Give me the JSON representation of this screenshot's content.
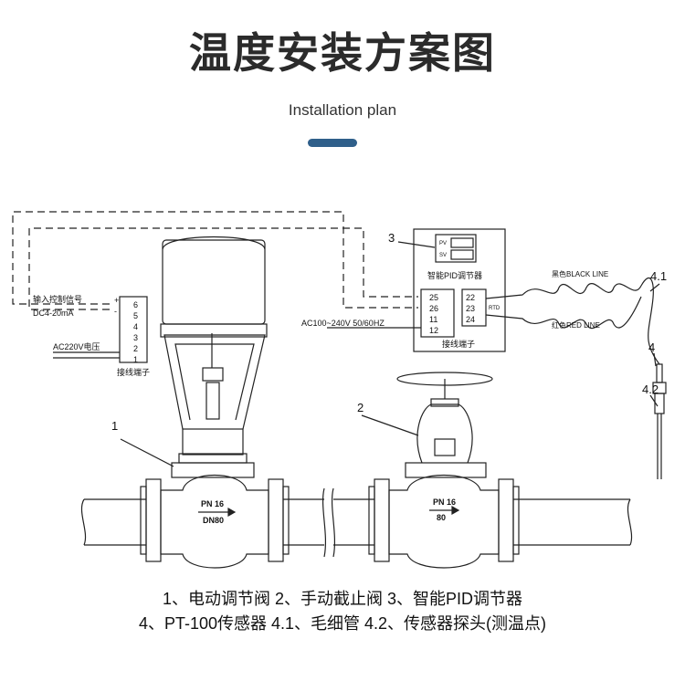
{
  "header": {
    "title": "温度安装方案图",
    "subtitle": "Installation plan",
    "accent_color": "#2f5f8a"
  },
  "diagram": {
    "callouts": {
      "c1": "1",
      "c2": "2",
      "c3": "3",
      "c4": "4",
      "c41": "4.1",
      "c42": "4.2"
    },
    "left_terminal": {
      "signal_label": "输入控制信号",
      "signal_value": "DC4-20mA",
      "power_label": "AC220V电压",
      "caption": "接线端子",
      "pins": [
        "6",
        "5",
        "4",
        "3",
        "2",
        "1"
      ],
      "plus": "+",
      "minus": "-"
    },
    "pid": {
      "caption": "智能PID调节器",
      "pv": "PV",
      "sv": "SV",
      "terminals_left": [
        "25",
        "26",
        "11",
        "12"
      ],
      "terminals_right": [
        "22",
        "23",
        "24"
      ],
      "rtd": "RTD",
      "terminal_caption": "接线端子",
      "power_label": "AC100~240V 50/60HZ"
    },
    "wires": {
      "black": "黑色BLACK LINE",
      "red": "红色RED LINE"
    },
    "valve1": {
      "pn": "PN 16",
      "dn": "DN80"
    },
    "valve2": {
      "pn": "PN 16",
      "dn": "80"
    }
  },
  "legend": {
    "line1": "1、电动调节阀  2、手动截止阀   3、智能PID调节器",
    "line2": "4、PT-100传感器  4.1、毛细管 4.2、传感器探头(测温点)"
  }
}
